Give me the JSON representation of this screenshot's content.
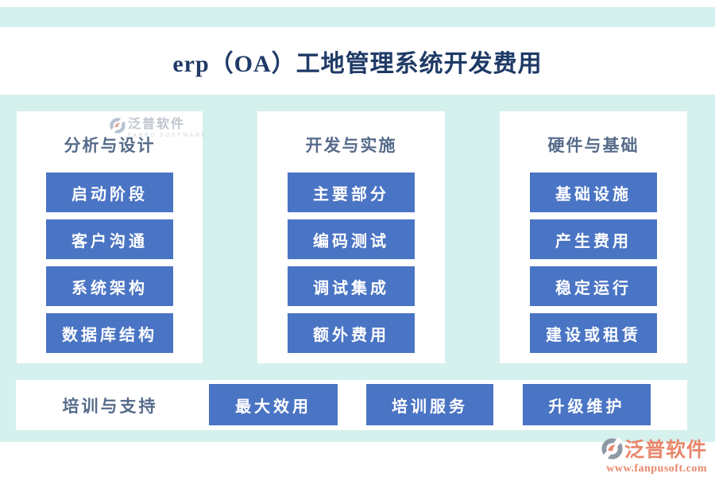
{
  "page": {
    "title": "erp（OA）工地管理系统开发费用"
  },
  "columns": [
    {
      "header": "分析与设计",
      "items": [
        "启动阶段",
        "客户沟通",
        "系统架构",
        "数据库结构"
      ]
    },
    {
      "header": "开发与实施",
      "items": [
        "主要部分",
        "编码测试",
        "调试集成",
        "额外费用"
      ]
    },
    {
      "header": "硬件与基础",
      "items": [
        "基础设施",
        "产生费用",
        "稳定运行",
        "建设或租赁"
      ]
    }
  ],
  "bottom_row": {
    "header": "培训与支持",
    "items": [
      "最大效用",
      "培训服务",
      "升级维护"
    ]
  },
  "watermark": {
    "brand": "泛普软件",
    "subtitle": "FANPU SOFTWARE"
  },
  "footer": {
    "brand": "泛普软件",
    "url": "www.fanpusoft.com"
  },
  "icons": {
    "watermark_icon": "fanpu-logo-icon",
    "footer_icon": "fanpu-logo-icon"
  },
  "colors": {
    "accent_blue": "#4a74c4",
    "background_teal": "#d5f1ee",
    "title_navy": "#1e3a66",
    "header_slate": "#566b8a",
    "brand_salmon": "#e8876b",
    "logo_gray": "#8e99a6",
    "watermark_gray": "#b9c0ca"
  }
}
